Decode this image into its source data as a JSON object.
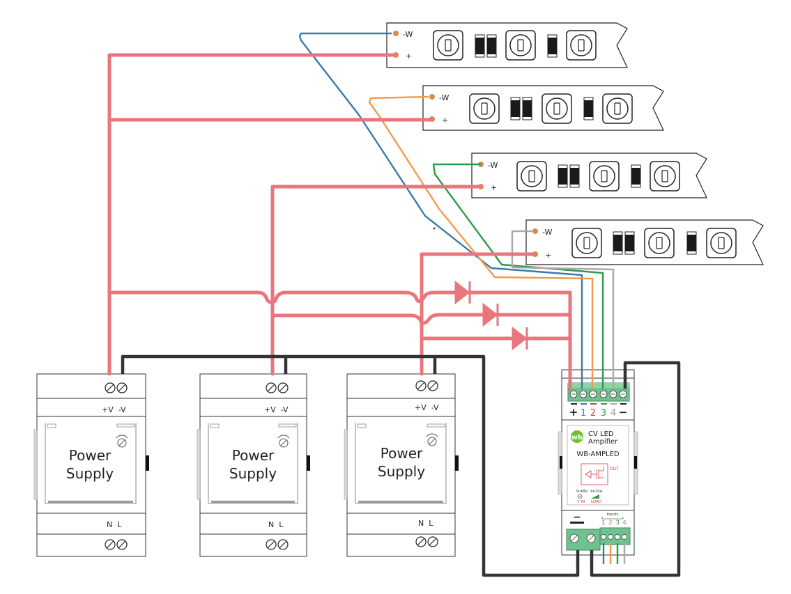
{
  "colors": {
    "power_positive": "#e8767c",
    "ground": "#333333",
    "wire_ch1": "#3a7aa6",
    "wire_ch2": "#f39a4c",
    "wire_ch3": "#2e9a48",
    "wire_ch4": "#a9a9a9",
    "terminal_green": "#6fc28e",
    "wb_logo": "#6cbf35",
    "pad_orange": "#d98a4a"
  },
  "led_strips": [
    {
      "neg_label": "-W",
      "pos_label": "+"
    },
    {
      "neg_label": "-W",
      "pos_label": "+"
    },
    {
      "neg_label": "-W",
      "pos_label": "+"
    },
    {
      "neg_label": "-W",
      "pos_label": "+"
    }
  ],
  "power_supplies": [
    {
      "title_line1": "Power",
      "title_line2": "Supply",
      "output_label": "+V  -V",
      "input_label": "N  L"
    },
    {
      "title_line1": "Power",
      "title_line2": "Supply",
      "output_label": "+V  -V",
      "input_label": "N  L"
    },
    {
      "title_line1": "Power",
      "title_line2": "Supply",
      "output_label": "+V  -V",
      "input_label": "N  L"
    }
  ],
  "amplifier": {
    "logo_text": "wb",
    "title_line1": "CV LED",
    "title_line2": "Ampifier",
    "model": "WB-AMPLED",
    "out_label": "OUT",
    "vin_range": "9-48V",
    "vin_label": "V IN",
    "load_rating": "4x10A",
    "load_label": "LOAD",
    "inputs_label": "Inputs",
    "top_terminal_labels": [
      "+",
      "1",
      "2",
      "3",
      "4",
      "−"
    ],
    "input_numbers": [
      "1",
      "2",
      "3",
      "4"
    ],
    "supply_minus": "−"
  }
}
